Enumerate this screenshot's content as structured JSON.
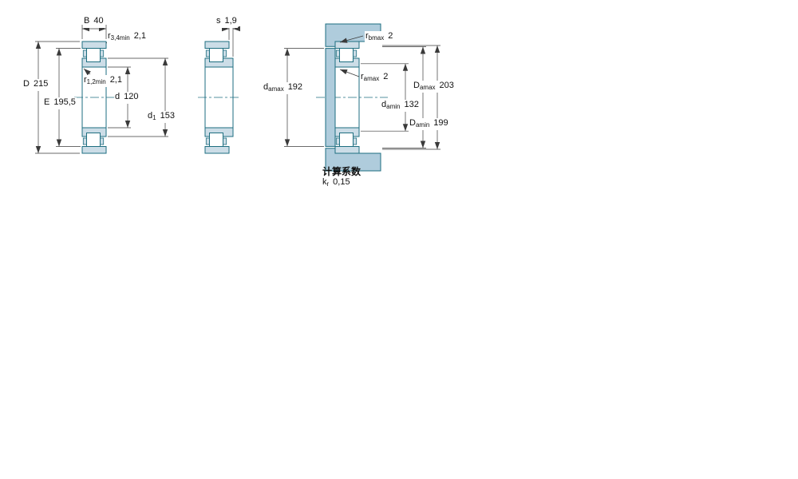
{
  "drawing": {
    "colors": {
      "outline": "#1e6e80",
      "ring_fill": "#ccdde7",
      "support_fill": "#afccdc",
      "dimension": "#3a3a3a"
    },
    "views": {
      "front_section": {
        "dims": {
          "B": {
            "symbol": "B",
            "sub": "",
            "value": "40"
          },
          "r34": {
            "symbol": "r",
            "sub": "3,4min",
            "value": "2,1"
          },
          "D": {
            "symbol": "D",
            "sub": "",
            "value": "215"
          },
          "E": {
            "symbol": "E",
            "sub": "",
            "value": "195,5"
          },
          "r12": {
            "symbol": "r",
            "sub": "1,2min",
            "value": "2,1"
          },
          "d": {
            "symbol": "d",
            "sub": "",
            "value": "120"
          },
          "d1": {
            "symbol": "d",
            "sub": "1",
            "value": "153"
          }
        }
      },
      "side_section": {
        "dims": {
          "s": {
            "symbol": "s",
            "sub": "",
            "value": "1,9"
          }
        }
      },
      "mounting": {
        "dims": {
          "rb": {
            "symbol": "r",
            "sub": "bmax",
            "value": "2"
          },
          "ra": {
            "symbol": "r",
            "sub": "amax",
            "value": "2"
          },
          "damax": {
            "symbol": "d",
            "sub": "amax",
            "value": "192"
          },
          "damin": {
            "symbol": "d",
            "sub": "amin",
            "value": "132"
          },
          "Damax": {
            "symbol": "D",
            "sub": "amax",
            "value": "203"
          },
          "Damin": {
            "symbol": "D",
            "sub": "amin",
            "value": "199"
          }
        }
      }
    },
    "calculation_factors": {
      "heading": "计算系数",
      "kr": {
        "symbol": "k",
        "sub": "r",
        "value": "0,15"
      }
    }
  }
}
